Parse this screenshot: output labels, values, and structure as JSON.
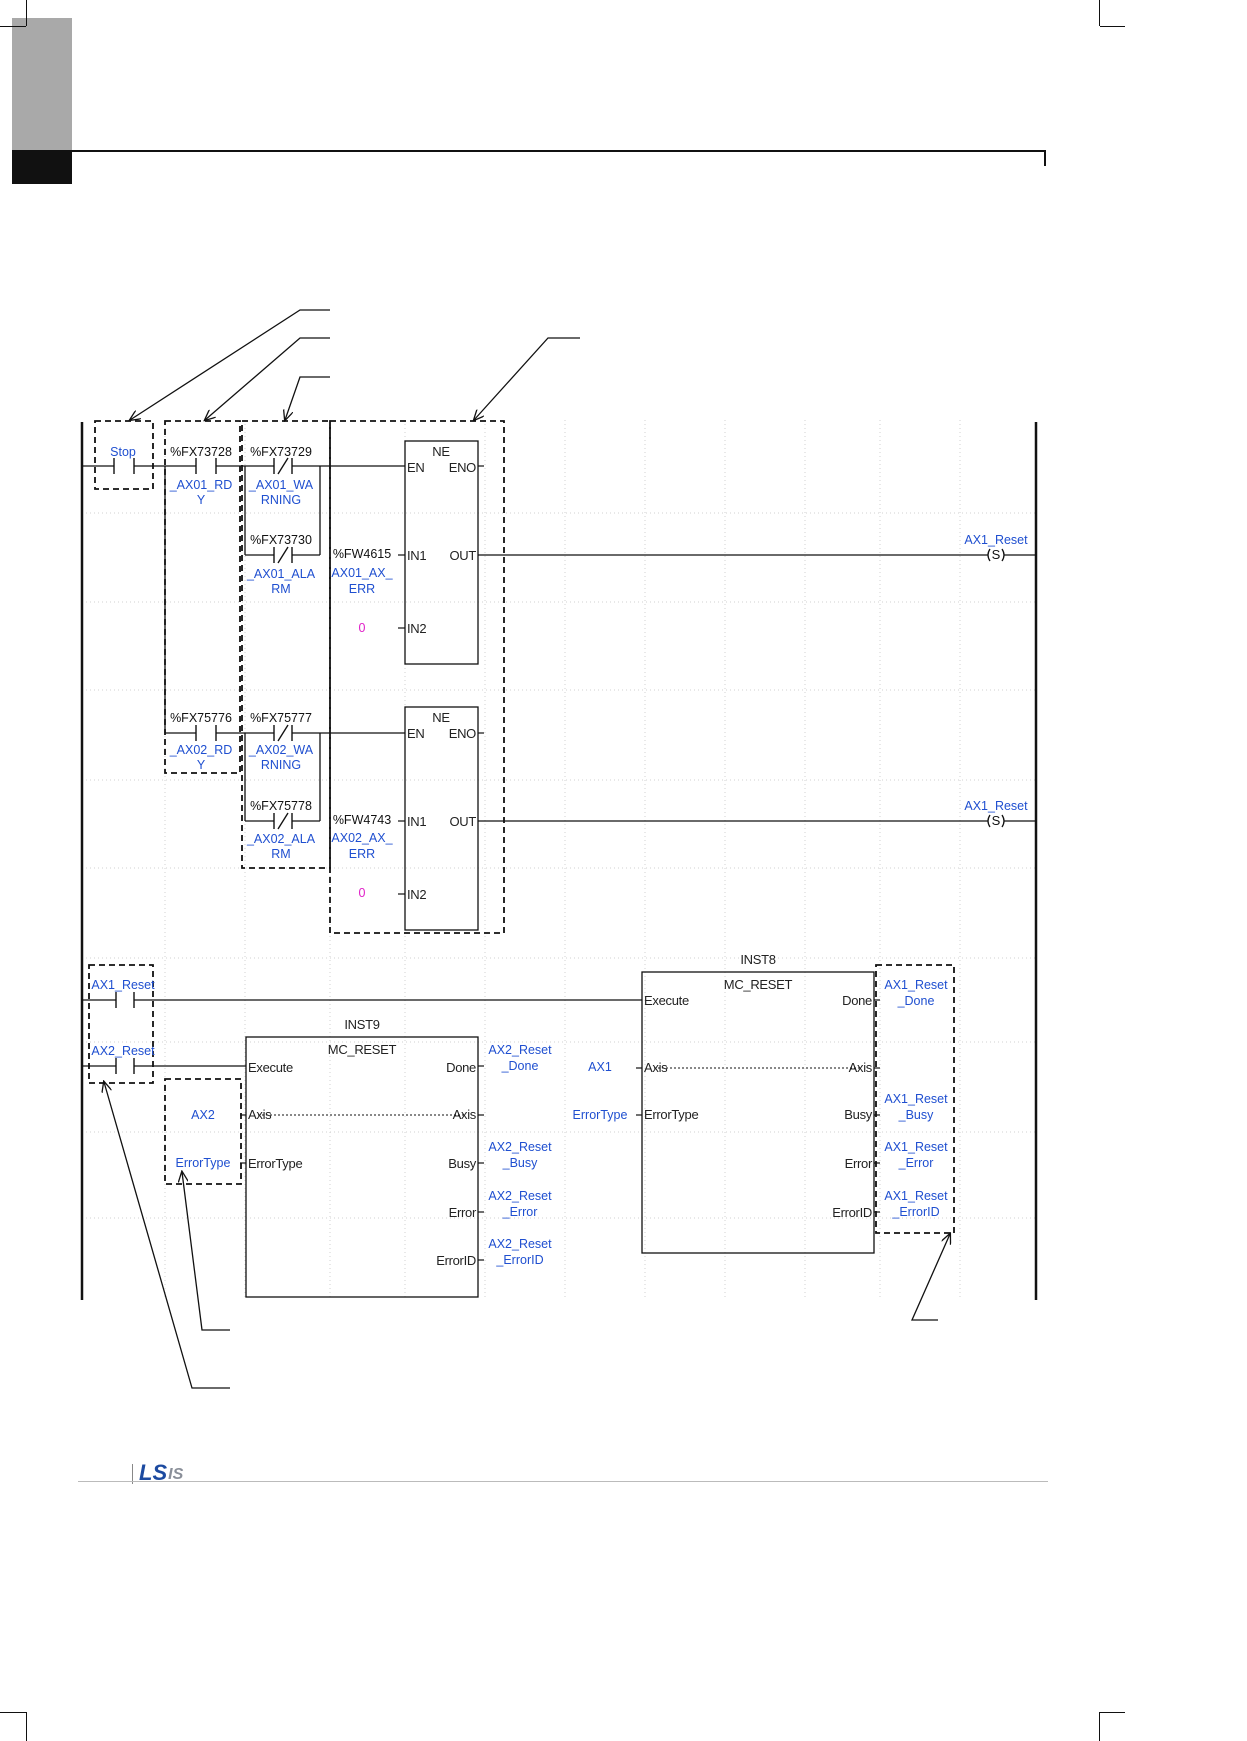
{
  "logo": {
    "text_ls": "LS",
    "text_is": "IS"
  },
  "contacts": {
    "stop": "Stop",
    "ax01_rdy_addr": "%FX73728",
    "ax01_rdy_name": [
      "_AX01_RD",
      "Y"
    ],
    "ax01_warn_addr": "%FX73729",
    "ax01_warn_name": [
      "_AX01_WA",
      "RNING"
    ],
    "ax01_alarm_addr": "%FX73730",
    "ax01_alarm_name": [
      "_AX01_ALA",
      "RM"
    ],
    "ax02_rdy_addr": "%FX75776",
    "ax02_rdy_name": [
      "_AX02_RD",
      "Y"
    ],
    "ax02_warn_addr": "%FX75777",
    "ax02_warn_name": [
      "_AX02_WA",
      "RNING"
    ],
    "ax02_alarm_addr": "%FX75778",
    "ax02_alarm_name": [
      "_AX02_ALA",
      "RM"
    ],
    "ax1_reset": "AX1_Reset",
    "ax2_reset": "AX2_Reset"
  },
  "ne_blocks": [
    {
      "name": "NE",
      "en": "EN",
      "eno": "ENO",
      "in1": "IN1",
      "in2": "IN2",
      "out": "OUT",
      "in1_addr": "%FW4615",
      "in1_name": [
        "AX01_AX_",
        "ERR"
      ],
      "in2_value": "0",
      "coil": "AX1_Reset",
      "coil_symbol": "S"
    },
    {
      "name": "NE",
      "en": "EN",
      "eno": "ENO",
      "in1": "IN1",
      "in2": "IN2",
      "out": "OUT",
      "in1_addr": "%FW4743",
      "in1_name": [
        "AX02_AX_",
        "ERR"
      ],
      "in2_value": "0",
      "coil": "AX1_Reset",
      "coil_symbol": "S"
    }
  ],
  "inst8": {
    "instance": "INST8",
    "type": "MC_RESET",
    "in_execute": "Execute",
    "in_axis": "Axis",
    "in_errortype": "ErrorType",
    "out_done": "Done",
    "out_axis": "Axis",
    "out_busy": "Busy",
    "out_error": "Error",
    "out_errorid": "ErrorID",
    "axis_value": "AX1",
    "errortype_value": "ErrorType",
    "done_var": [
      "AX1_Reset",
      "_Done"
    ],
    "busy_var": [
      "AX1_Reset",
      "_Busy"
    ],
    "error_var": [
      "AX1_Reset",
      "_Error"
    ],
    "errorid_var": [
      "AX1_Reset",
      "_ErrorID"
    ]
  },
  "inst9": {
    "instance": "INST9",
    "type": "MC_RESET",
    "in_execute": "Execute",
    "in_axis": "Axis",
    "in_errortype": "ErrorType",
    "out_done": "Done",
    "out_axis": "Axis",
    "out_busy": "Busy",
    "out_error": "Error",
    "out_errorid": "ErrorID",
    "axis_value": "AX2",
    "errortype_value": "ErrorType",
    "done_var": [
      "AX2_Reset",
      "_Done"
    ],
    "busy_var": [
      "AX2_Reset",
      "_Busy"
    ],
    "error_var": [
      "AX2_Reset",
      "_Error"
    ],
    "errorid_var": [
      "AX2_Reset",
      "_ErrorID"
    ]
  },
  "colors": {
    "variable": "#1f4fd0",
    "constant": "#e020c8",
    "line": "#111111",
    "grid": "#cfcfcf"
  }
}
